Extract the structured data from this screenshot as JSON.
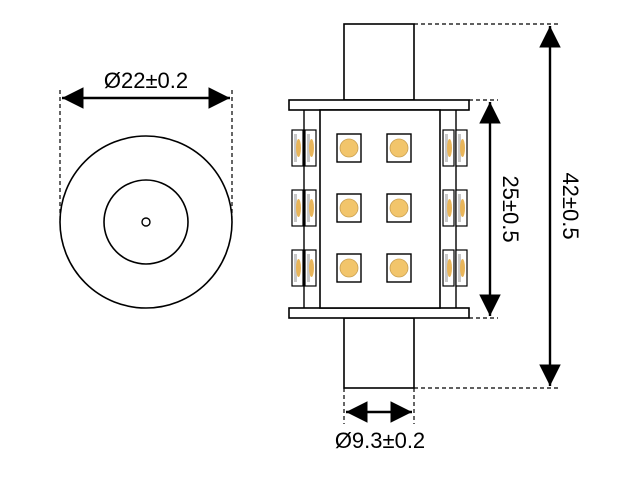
{
  "dimensions": {
    "outer_diameter": "Ø22±0.2",
    "base_diameter": "Ø9.3±0.2",
    "body_length": "25±0.5",
    "total_length": "42±0.5"
  },
  "colors": {
    "line": "#000000",
    "led_fill": "#f2c56b",
    "led_side_fill": "#e8b55a",
    "led_pad": "#c8c8c8",
    "background": "#ffffff"
  }
}
